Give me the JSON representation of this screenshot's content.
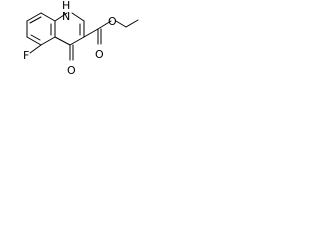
{
  "molecule": {
    "atoms": {
      "nh": "H",
      "n": "N",
      "f": "F",
      "ketone_o": "O",
      "ester_carbonyl_o": "O",
      "ester_ether_o": "O"
    }
  }
}
